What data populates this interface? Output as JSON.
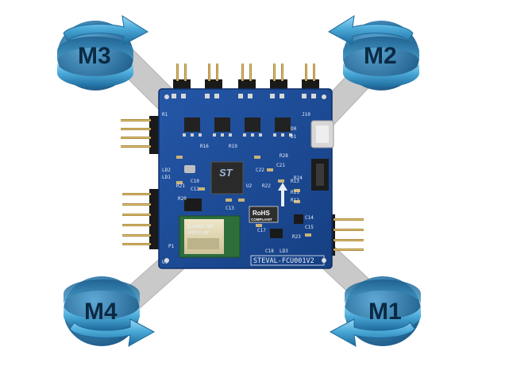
{
  "motors": [
    {
      "id": "m3",
      "label": "M3",
      "rotation": "clockwise"
    },
    {
      "id": "m2",
      "label": "M2",
      "rotation": "counterclockwise"
    },
    {
      "id": "m4",
      "label": "M4",
      "rotation": "counterclockwise"
    },
    {
      "id": "m1",
      "label": "M1",
      "rotation": "clockwise"
    }
  ],
  "board": {
    "name": "STEVAL-FCU001V2",
    "rohs_line1": "RoHS",
    "rohs_line2": "COMPLIANT",
    "logo_text": "ST",
    "module_text_1": "BLUENRG-M0A",
    "module_text_2": "SPBTLE-RF",
    "connector_label": "U1",
    "battery_label": "P1",
    "silk_labels": [
      "R1",
      "LD2",
      "LD1",
      "R21",
      "C10",
      "C12",
      "U2",
      "R22",
      "R28",
      "R20",
      "R13",
      "C13",
      "R16",
      "R19",
      "C21",
      "C22",
      "R24",
      "R11",
      "R12",
      "C14",
      "C15",
      "C17",
      "C18",
      "R23",
      "LD3",
      "J10",
      "D0",
      "D1"
    ]
  },
  "colors": {
    "arrow_light": "#8fd3f1",
    "arrow_mid": "#3a9cd0",
    "arrow_dark": "#1a5d8f",
    "motor_disc": "#2b6f9e",
    "board_blue": "#1f4f9e",
    "board_dark": "#17407f",
    "strut_gray": "#c8c8c8"
  }
}
